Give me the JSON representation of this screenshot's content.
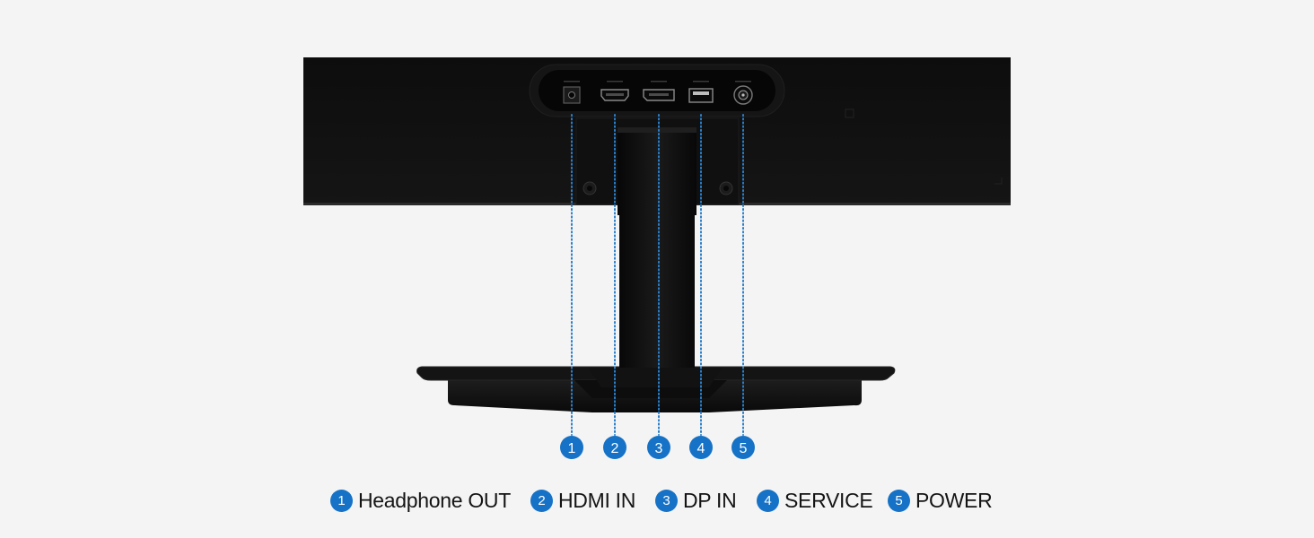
{
  "colors": {
    "background": "#f4f4f4",
    "monitor": "#0b0b0b",
    "accent": "#1672c6",
    "leader_line": "#2a7fc9"
  },
  "ports": [
    {
      "number": "1",
      "label": "Headphone OUT",
      "icon": "headphone-jack-port"
    },
    {
      "number": "2",
      "label": "HDMI IN",
      "icon": "hdmi-port"
    },
    {
      "number": "3",
      "label": "DP IN",
      "icon": "displayport-port"
    },
    {
      "number": "4",
      "label": "SERVICE",
      "icon": "usb-service-port"
    },
    {
      "number": "5",
      "label": "POWER",
      "icon": "dc-power-port"
    }
  ]
}
